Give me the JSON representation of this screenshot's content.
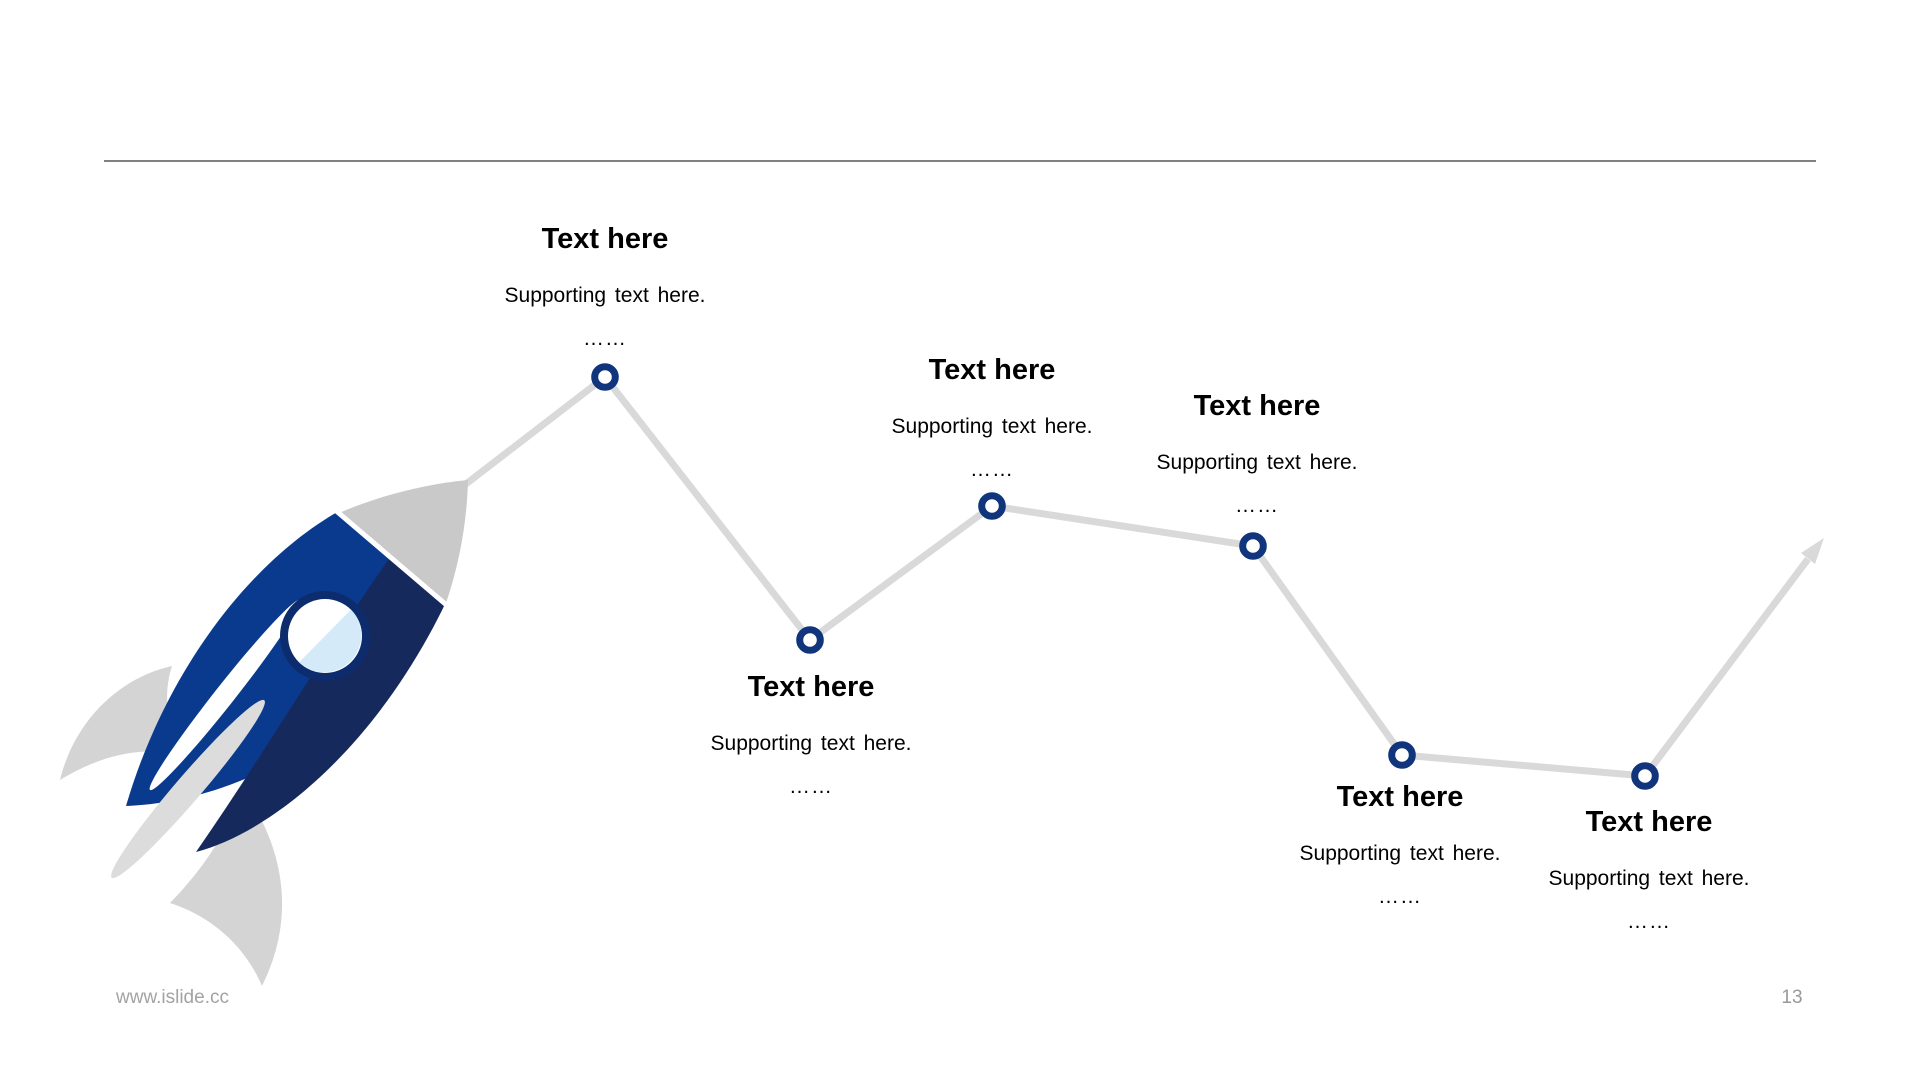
{
  "slide": {
    "footer_url": "www.islide.cc",
    "page_number": "13"
  },
  "diagram": {
    "type": "zigzag-line-timeline",
    "description": "Gray zigzag connector line starting behind a rocket illustration, passing through 6 ring markers and ending in an up-right arrow",
    "node_count": 6,
    "nodes": [
      {
        "title": "Text here",
        "supporting": "Supporting text here.",
        "ellipsis": "……",
        "label_position": "above"
      },
      {
        "title": "Text here",
        "supporting": "Supporting text here.",
        "ellipsis": "……",
        "label_position": "below"
      },
      {
        "title": "Text here",
        "supporting": "Supporting text here.",
        "ellipsis": "……",
        "label_position": "above"
      },
      {
        "title": "Text here",
        "supporting": "Supporting text here.",
        "ellipsis": "……",
        "label_position": "above"
      },
      {
        "title": "Text here",
        "supporting": "Supporting text here.",
        "ellipsis": "……",
        "label_position": "below"
      },
      {
        "title": "Text here",
        "supporting": "Supporting text here.",
        "ellipsis": "……",
        "label_position": "below"
      }
    ]
  },
  "colors": {
    "marker_ring_navy": "#11357c",
    "connector_line_gray": "#d9d9d9",
    "divider_gray": "#808080",
    "footer_gray": "#a3a3a3",
    "rocket_body_light_navy": "#0a3a8e",
    "rocket_body_dark_navy": "#15295c",
    "rocket_window_bezel": "#0d2c6e",
    "rocket_window_blue": "#d5eaf8",
    "rocket_nose_gray": "#c9c9c9",
    "rocket_fin_gray": "#d4d4d4",
    "rocket_trail_gray": "#dcdcdc"
  }
}
